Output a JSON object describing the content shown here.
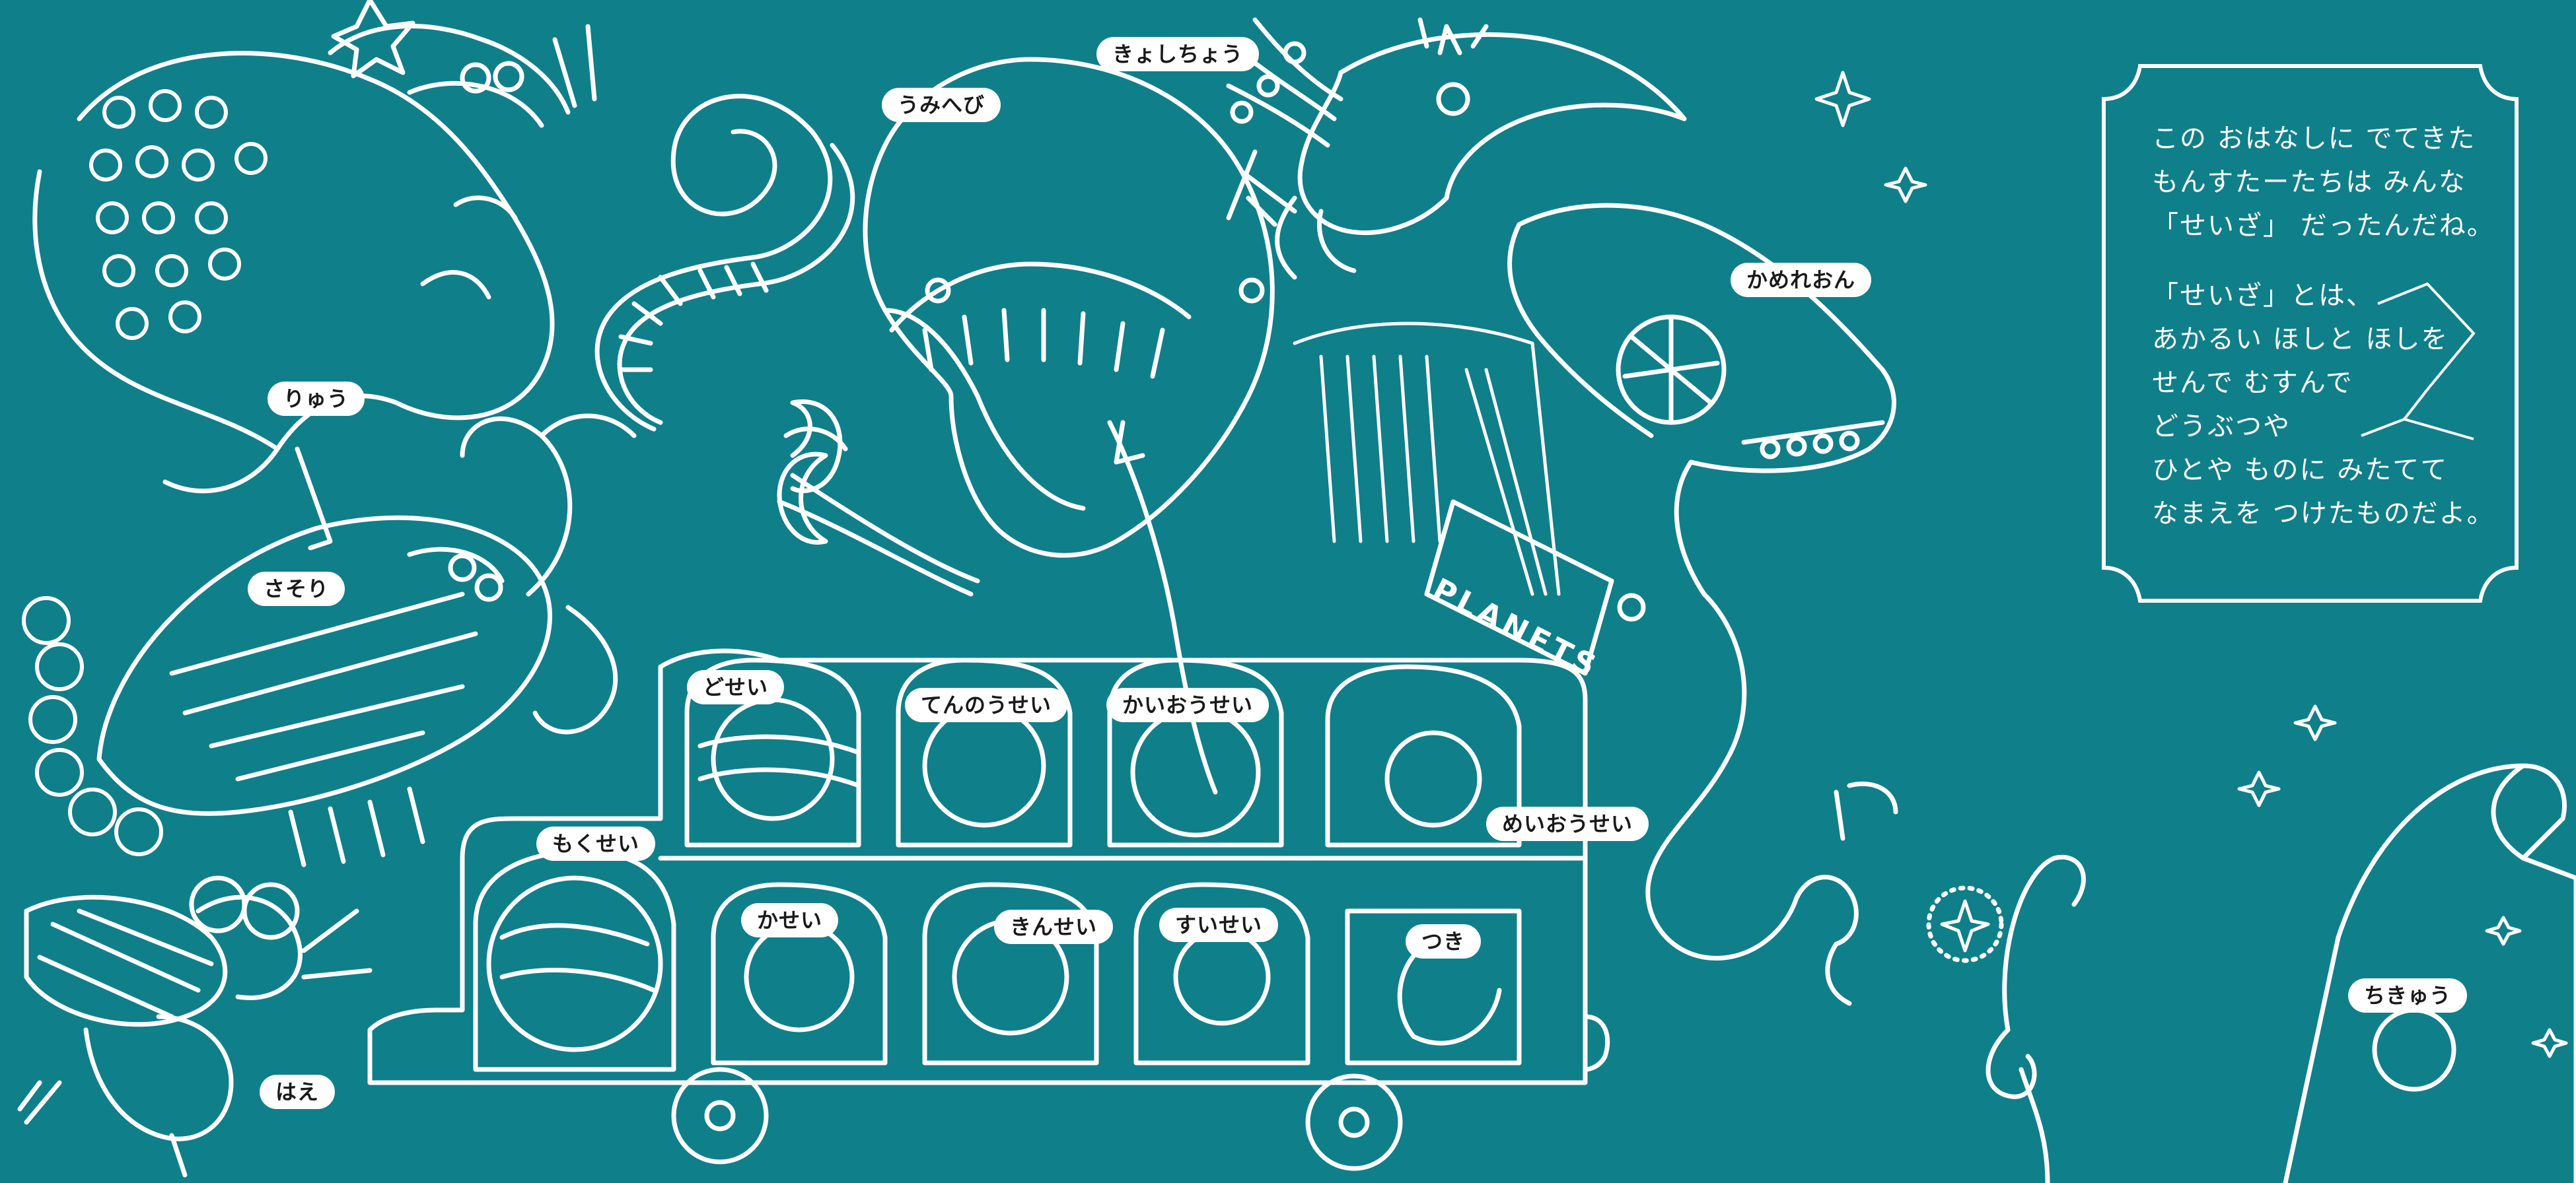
{
  "labels": {
    "ryuu": "りゅう",
    "sasori": "さそり",
    "umihebi": "うみへび",
    "kyoshichou": "きょしちょう",
    "kamereon": "かめれおん",
    "dosei": "どせい",
    "tennousei": "てんのうせい",
    "kaiousei": "かいおうせい",
    "meiousei": "めいおうせい",
    "mokusei": "もくせい",
    "kasei": "かせい",
    "kinsei": "きんせい",
    "suisei": "すいせい",
    "tsuki": "つき",
    "hae": "はえ",
    "chikyuu": "ちきゅう"
  },
  "bus_sign": "PLANETS",
  "story": {
    "paragraph1": "この おはなしに でてきた\nもんすたーたちは みんな\n「せいざ」 だったんだね。",
    "paragraph2": "「せいざ」とは、\nあかるい ほしと ほしを\nせんで むすんで\nどうぶつや\nひとや ものに みたてて\nなまえを つけたものだよ。"
  },
  "colors": {
    "background": "#0f7f8a",
    "line": "#ffffff"
  }
}
